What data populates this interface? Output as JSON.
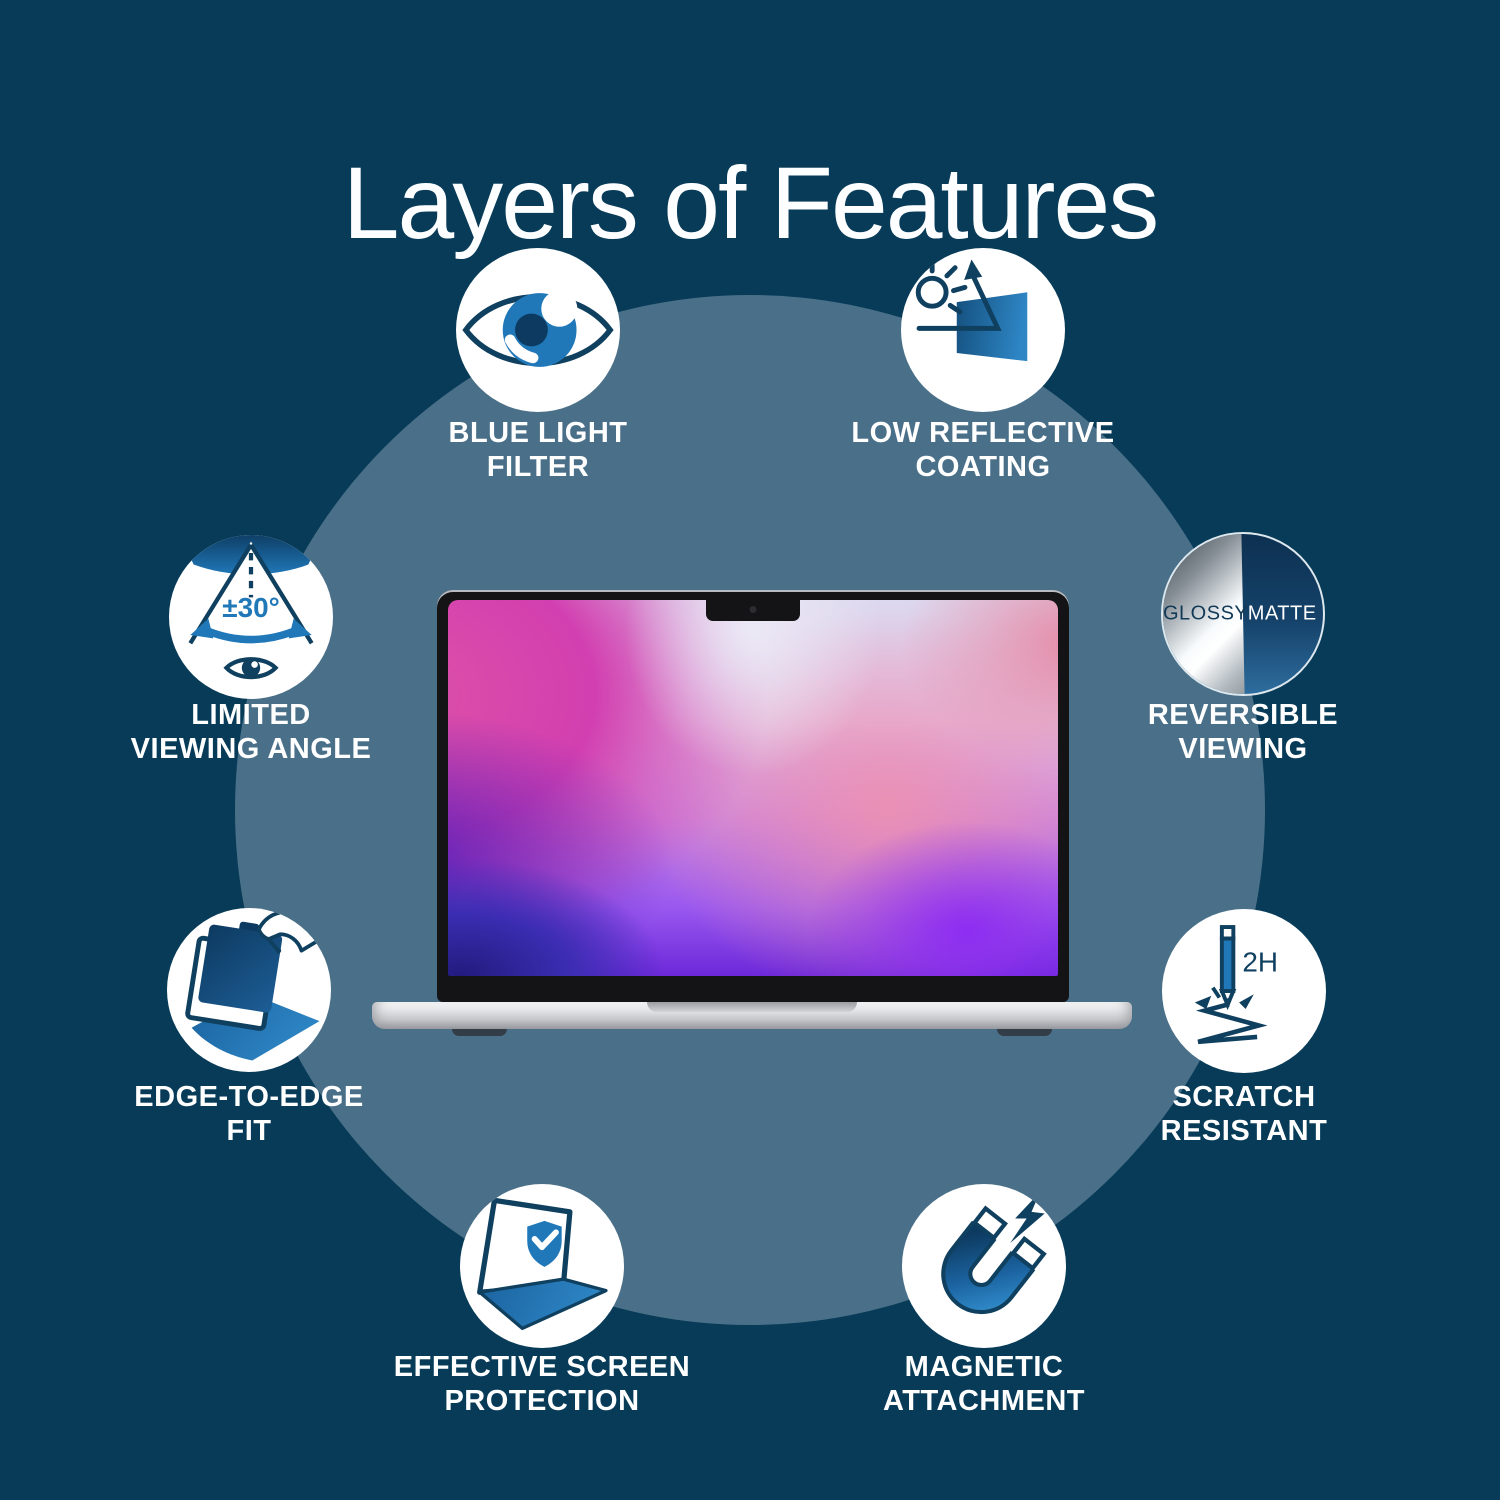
{
  "title": "Layers of Features",
  "colors": {
    "background": "#073b58",
    "halo_circle": "#4a7089",
    "icon_navy": "#10405f",
    "icon_blue": "#2078b8",
    "text": "#ffffff"
  },
  "features": [
    {
      "label_line1": "BLUE LIGHT",
      "label_line2": "FILTER",
      "icon": "eye-icon"
    },
    {
      "label_line1": "LOW REFLECTIVE",
      "label_line2": "COATING",
      "icon": "anti-glare-screen-icon"
    },
    {
      "label_line1": "LIMITED",
      "label_line2": "VIEWING ANGLE",
      "icon": "viewing-angle-cone-icon",
      "angle_text": "±30°"
    },
    {
      "label_line1": "REVERSIBLE",
      "label_line2": "VIEWING",
      "icon": "glossy-matte-disc-icon",
      "side_left": "GLOSSY",
      "side_right": "MATTE"
    },
    {
      "label_line1": "EDGE-TO-EDGE",
      "label_line2": "FIT",
      "icon": "filter-placement-icon"
    },
    {
      "label_line1": "SCRATCH",
      "label_line2": "RESISTANT",
      "icon": "pencil-hardness-icon",
      "hardness_text": "2H"
    },
    {
      "label_line1": "EFFECTIVE SCREEN",
      "label_line2": "PROTECTION",
      "icon": "shield-laptop-icon"
    },
    {
      "label_line1": "MAGNETIC",
      "label_line2": "ATTACHMENT",
      "icon": "magnet-icon"
    }
  ]
}
